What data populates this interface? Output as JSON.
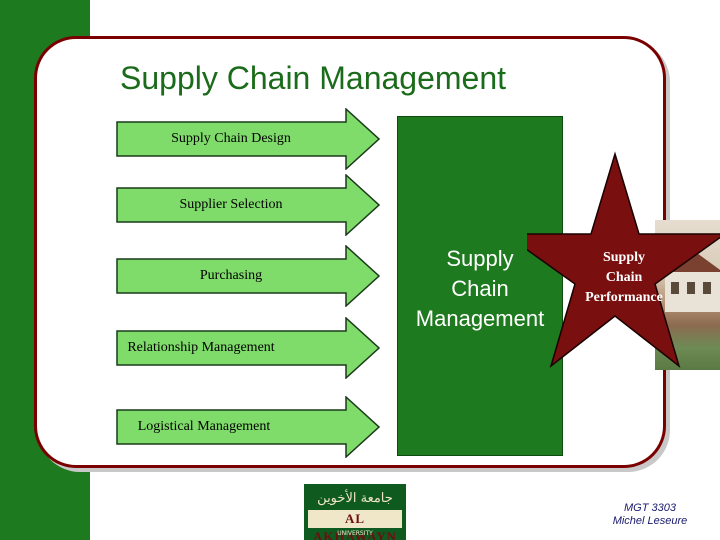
{
  "slide": {
    "title": "Supply Chain Management"
  },
  "arrows": [
    {
      "label": "Supply Chain Design"
    },
    {
      "label": "Supplier Selection"
    },
    {
      "label": "Purchasing"
    },
    {
      "label": "Relationship Management"
    },
    {
      "label": "Logistical Management"
    }
  ],
  "center_box": {
    "line1": "Supply",
    "line2": "Chain",
    "line3": "Management"
  },
  "star": {
    "line1": "Supply",
    "line2": "Chain",
    "line3": "Performance"
  },
  "logo": {
    "arabic_text": "جامعة الأخوين",
    "latin_text": "AL AKHAWAYN",
    "sub_text": "UNIVERSITY"
  },
  "footer": {
    "course": "MGT 3303",
    "author": "Michel Leseure"
  },
  "colors": {
    "green": "#1e7a1e",
    "arrow_fill": "#7fdc6a",
    "star_fill": "#7a0f0f",
    "frame_border": "#7a0000",
    "title_color": "#1a6b1a"
  }
}
